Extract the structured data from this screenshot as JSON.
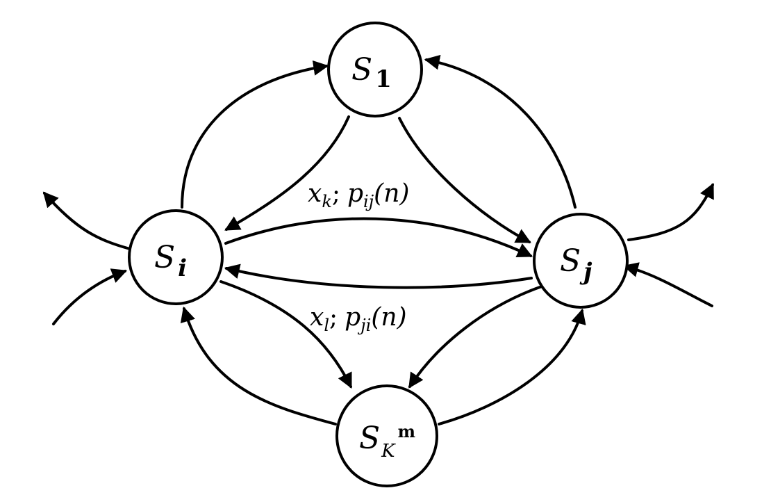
{
  "diagram": {
    "nodes": {
      "s1": {
        "main": "S",
        "sub": "1"
      },
      "si": {
        "main": "S",
        "sub": "i"
      },
      "sj": {
        "main": "S",
        "sub": "j"
      },
      "sk": {
        "main": "S",
        "sub": "K",
        "sup": "m"
      }
    },
    "edge_labels": {
      "forward": {
        "x": "x",
        "x_sub": "k",
        "sep": ";",
        "p": "p",
        "p_sub": "ij",
        "arg": "(n)"
      },
      "backward": {
        "x": "x",
        "x_sub": "l",
        "sep": ";",
        "p": "p",
        "p_sub": "ji",
        "arg": "(n)"
      }
    }
  }
}
